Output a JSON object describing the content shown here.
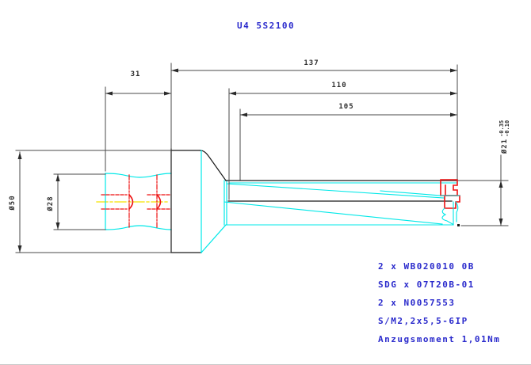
{
  "title": "U4 5S2100",
  "dimensions": {
    "shank_length": "31",
    "overall_length": "137",
    "usable_length": "110",
    "flute_length": "105",
    "flange_diameter": "Ø50",
    "shank_diameter": "Ø28",
    "cutting_diameter": "Ø21",
    "cutting_diameter_tol_upper": "-0.35",
    "cutting_diameter_tol_lower": "-0.10"
  },
  "parts_list": {
    "lines": [
      "2 x WB020010 0B",
      "SDG x 07T20B-01",
      "2 x N0057553",
      "S/M2,2x5,5-6IP",
      "Anzugsmoment 1,01Nm"
    ]
  },
  "colors": {
    "background": "#ffffff",
    "outline": "#1a1a1a",
    "dimension_lines": "#4a4a4a",
    "geometry_cyan": "#00e8e8",
    "hidden_red": "#ee1111",
    "centerline_yellow": "#f5e400",
    "text_blue": "#2a2acc"
  }
}
